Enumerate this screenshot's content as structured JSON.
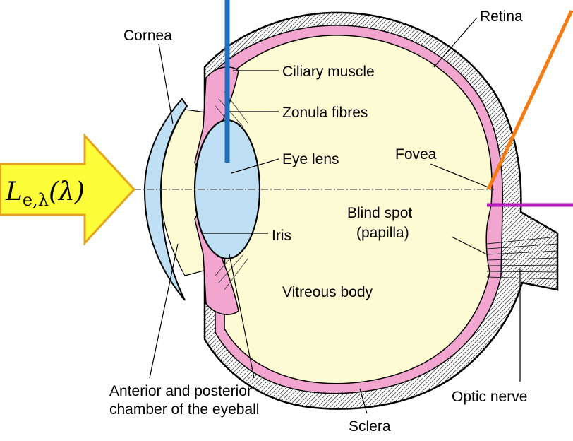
{
  "labels": {
    "cornea": "Cornea",
    "retina": "Retina",
    "ciliary_muscle": "Ciliary muscle",
    "zonula_fibres": "Zonula fibres",
    "eye_lens": "Eye lens",
    "fovea": "Fovea",
    "blind_spot_line1": "Blind spot",
    "blind_spot_line2": "(papilla)",
    "iris": "Iris",
    "vitreous_body": "Vitreous body",
    "chamber_line1": "Anterior and posterior",
    "chamber_line2": "chamber of the eyeball",
    "optic_nerve": "Optic nerve",
    "sclera": "Sclera"
  },
  "input_arrow": {
    "symbol_L": "L",
    "subscript": "e,λ",
    "argument": "(λ)"
  },
  "colors": {
    "arrow_fill": "#fdfd3a",
    "arrow_stroke": "#e8a31c",
    "eye_body": "#fdfbd4",
    "cornea_lens": "#bfe0f4",
    "retina_pink": "#f2a6cf",
    "blue_probe": "#1f6fc0",
    "orange_probe": "#f57c12",
    "magenta_probe": "#b11fb4"
  }
}
